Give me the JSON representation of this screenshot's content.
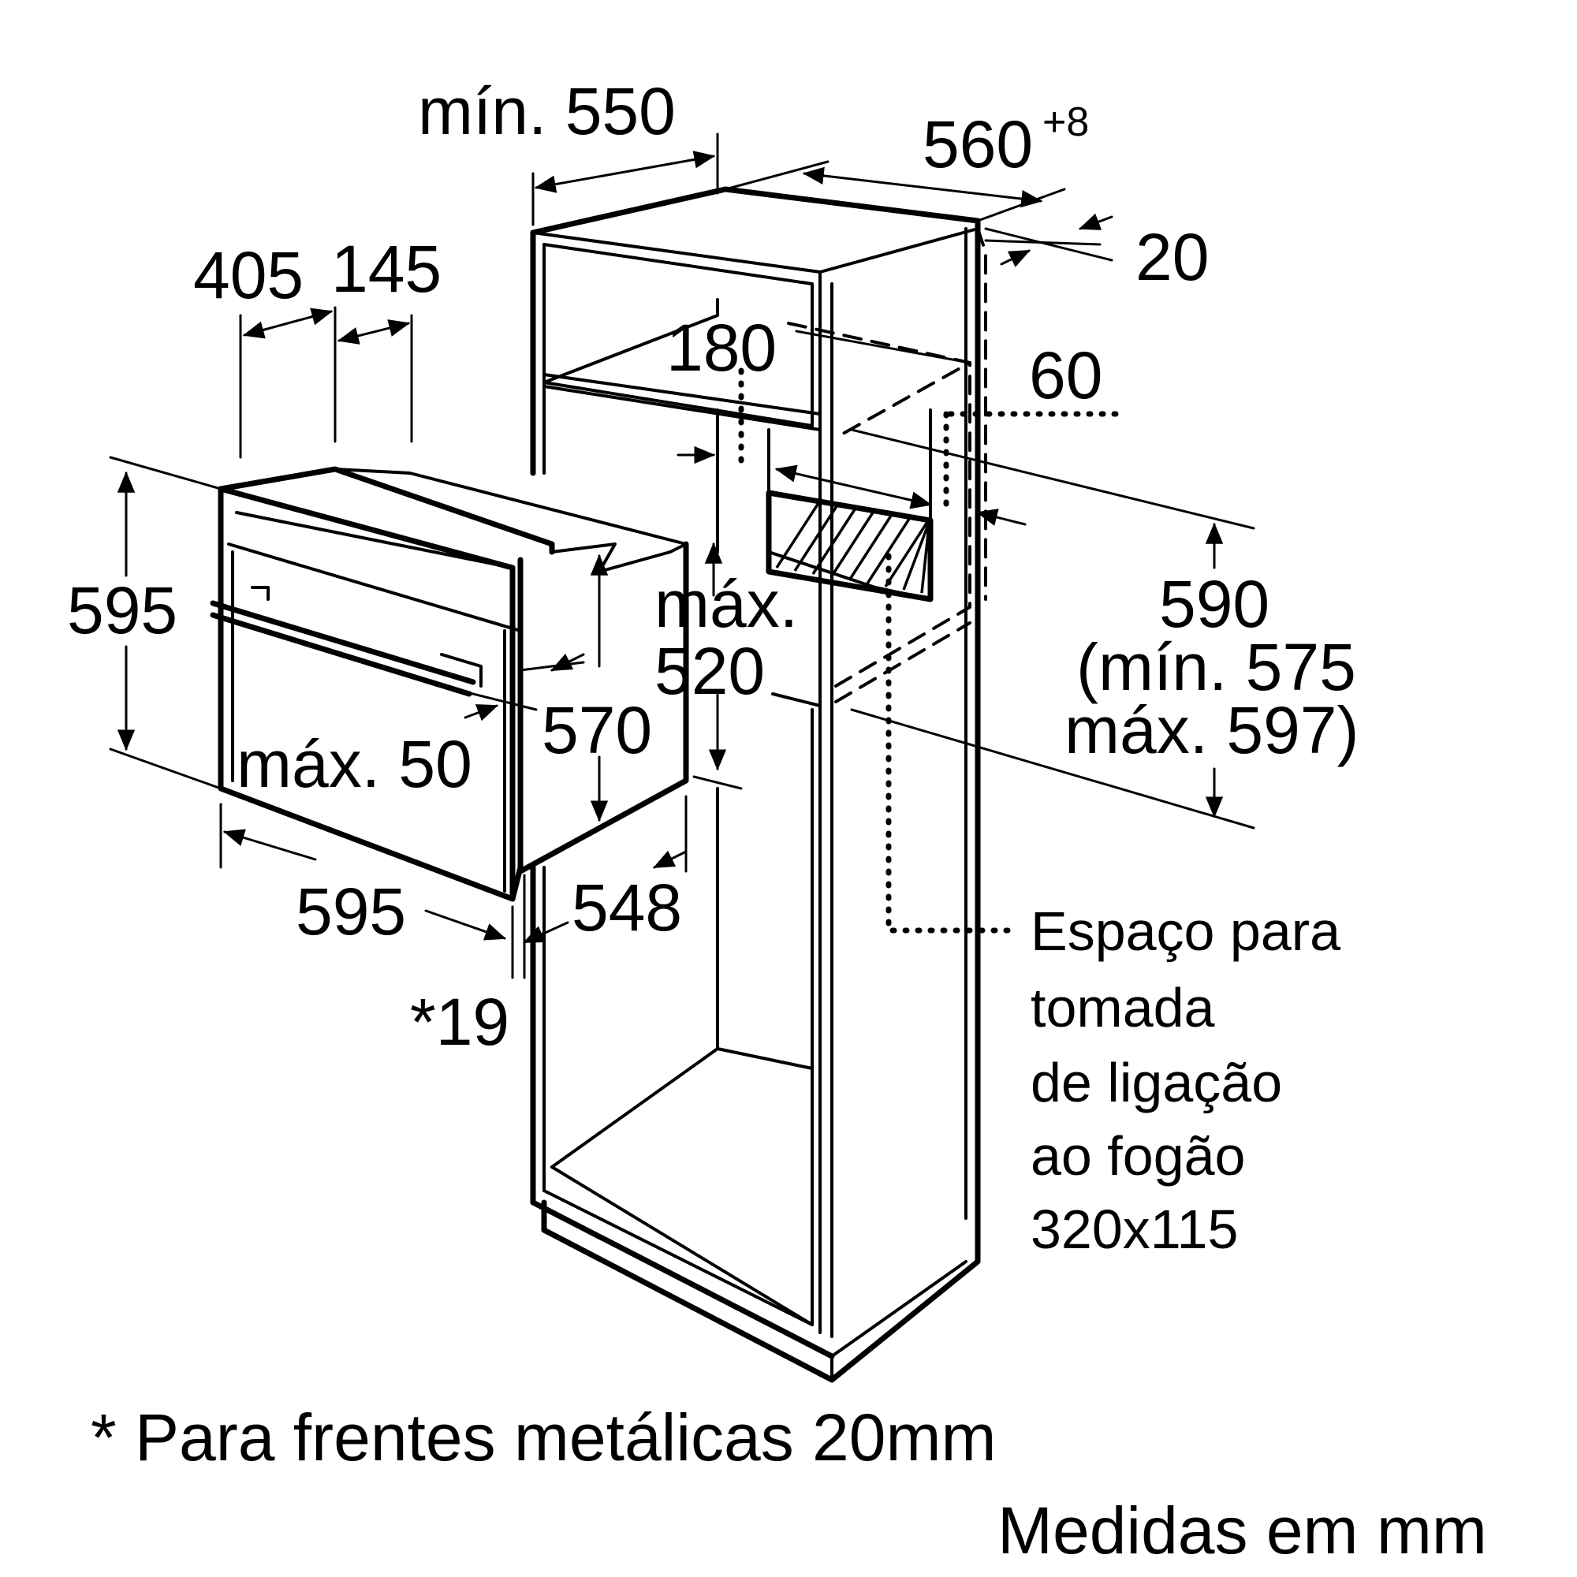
{
  "dimensions": {
    "min_550": "mín. 550",
    "w560": "560",
    "w560_tol": "+8",
    "d20": "20",
    "d405": "405",
    "d145": "145",
    "d180": "180",
    "d60": "60",
    "h595": "595",
    "max_label": "máx.",
    "max520_value": "520",
    "h590": "590",
    "min575": "(mín. 575",
    "max597": "máx. 597)",
    "h570": "570",
    "max50": "máx. 50",
    "w595": "595",
    "d548": "548",
    "d19": "*19"
  },
  "note": {
    "lines": [
      "Espaço para",
      "tomada",
      "de ligação",
      "ao fogão",
      "320x115"
    ]
  },
  "footnote": "* Para frentes metálicas 20mm",
  "units": "Medidas em mm"
}
